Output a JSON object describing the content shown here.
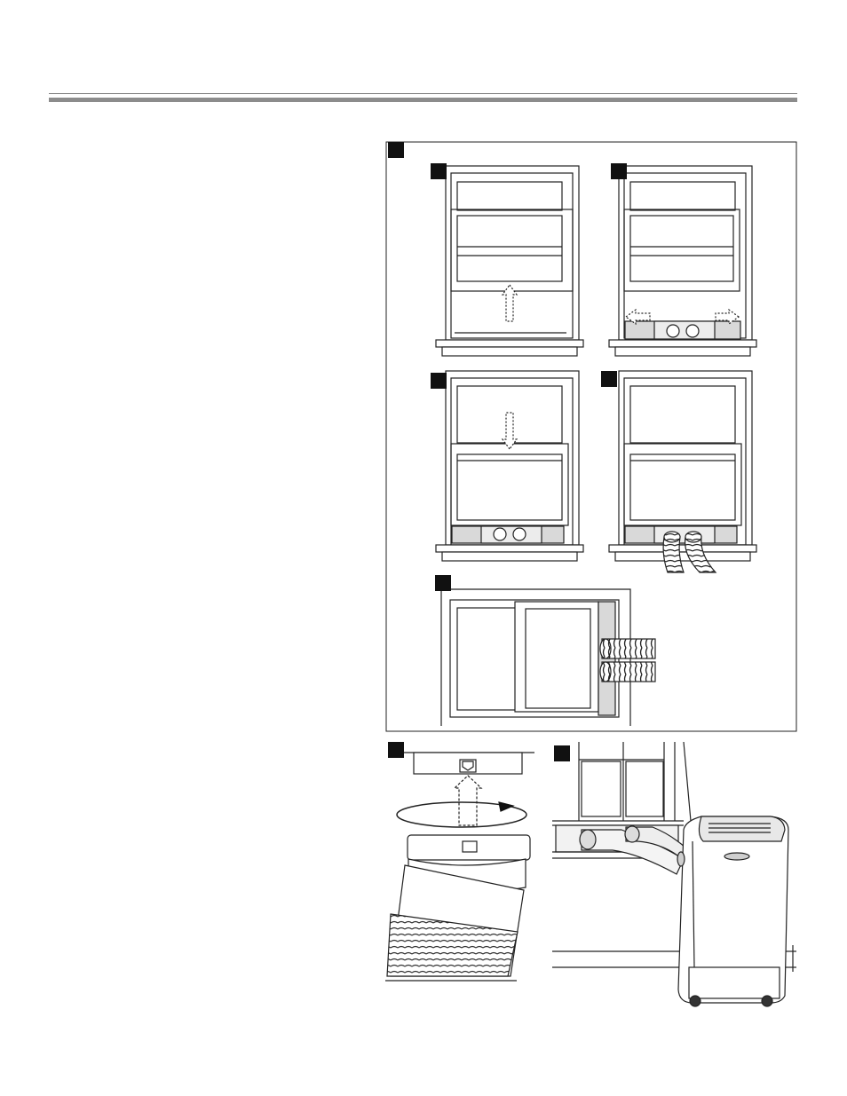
{
  "figures": [
    {
      "id": "main-panel",
      "label": ""
    },
    {
      "id": "step-1",
      "label": ""
    },
    {
      "id": "step-2",
      "label": ""
    },
    {
      "id": "step-3",
      "label": ""
    },
    {
      "id": "step-4",
      "label": ""
    },
    {
      "id": "step-5",
      "label": ""
    },
    {
      "id": "hose-adapter",
      "label": ""
    },
    {
      "id": "unit-installed",
      "label": ""
    }
  ]
}
